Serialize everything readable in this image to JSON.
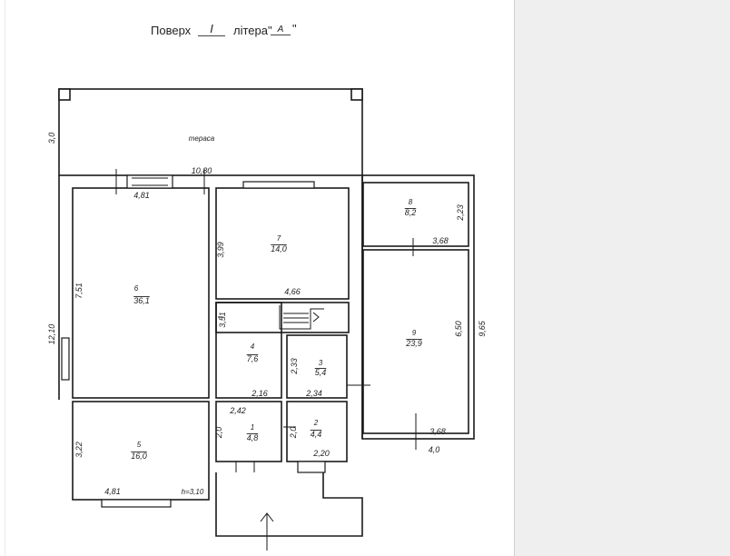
{
  "header": {
    "floor_label": "Поверх",
    "floor_value": "I",
    "litera_label": "літера\"",
    "litera_value": "А",
    "litera_close": "\""
  },
  "terrace": {
    "label": "тераса",
    "depth": "3,0",
    "width": "10,80"
  },
  "rooms": [
    {
      "number": "1",
      "area": "4,8"
    },
    {
      "number": "2",
      "area": "4,4"
    },
    {
      "number": "3",
      "area": "5,4"
    },
    {
      "number": "4",
      "area": "7,6"
    },
    {
      "number": "5",
      "area": "16,0"
    },
    {
      "number": "6",
      "area": "36,1"
    },
    {
      "number": "7",
      "area": "14,0"
    },
    {
      "number": "8",
      "area": "8,2"
    },
    {
      "number": "9",
      "area": "23,9"
    }
  ],
  "dimensions": {
    "d481_top": "4,81",
    "d751": "7,51",
    "d1210": "12,10",
    "d322": "3,22",
    "d481_bottom": "4,81",
    "ceiling": "h=3,10",
    "d399": "3,99",
    "d466": "4,66",
    "d351": "3,51",
    "d216": "2,16",
    "d242": "2,42",
    "d233": "2,33",
    "d234": "2,34",
    "d20a": "2,0",
    "d20b": "2,0",
    "d220": "2,20",
    "d223": "2,23",
    "d368a": "3,68",
    "d650": "6,50",
    "d368b": "3,68",
    "d965": "9,65",
    "d40": "4,0"
  }
}
